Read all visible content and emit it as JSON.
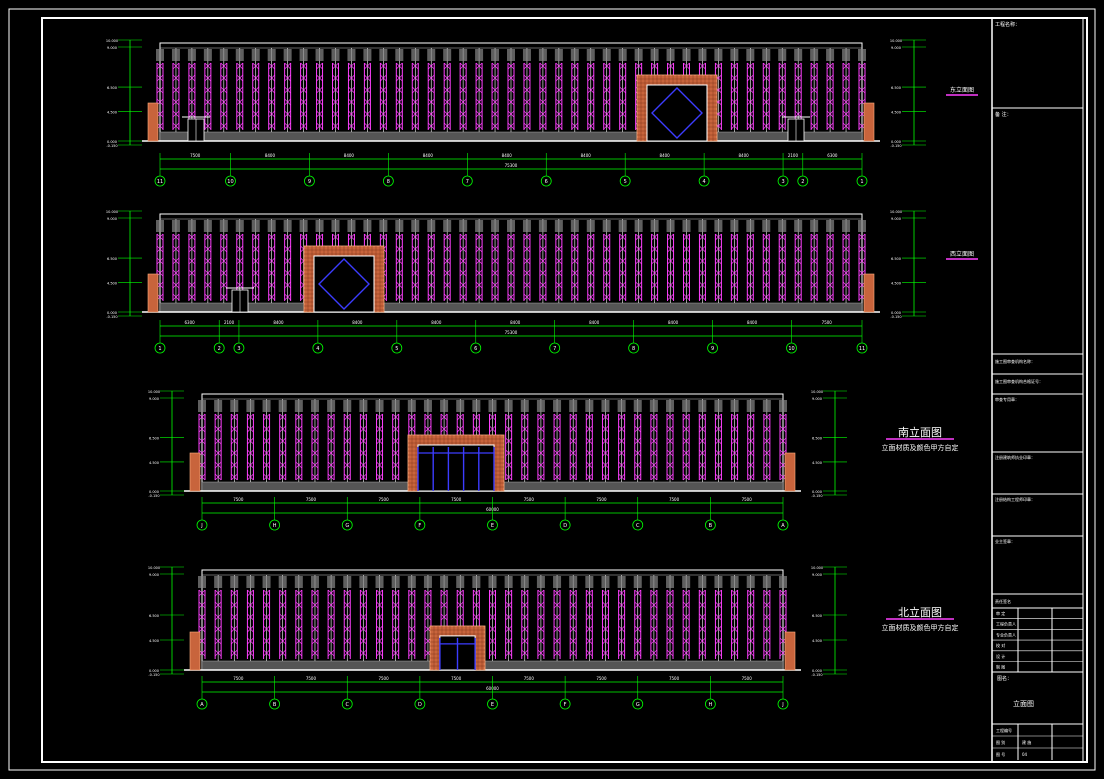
{
  "title_block": {
    "rows_top": [
      "工程名称：",
      "备 注："
    ],
    "rows_mid": [
      "施工图审查机构名称：",
      "施工图审查机构合格证号：",
      "审查专用章：",
      "注册建筑师执业印章：",
      "注册结构工程师印章：",
      "业主签章："
    ],
    "sig_header": "责任签名",
    "sig_rows": [
      "审 定",
      "工程负责人",
      "专业负责人",
      "校 对",
      "设 计",
      "制 图"
    ],
    "drawing_label": "图名：",
    "drawing_name": "立面图",
    "bottom_rows": [
      {
        "label": "工程编号",
        "value": ""
      },
      {
        "label": "图 别",
        "value": "建 施"
      },
      {
        "label": "图 号",
        "value": "04"
      }
    ]
  },
  "elevations": [
    {
      "side_title": "东立面图",
      "side_subtitle": "",
      "axes": [
        "11",
        "10",
        "9",
        "8",
        "7",
        "6",
        "5",
        "4",
        "3",
        "2",
        "1"
      ],
      "dims": [
        "7500",
        "8400",
        "8400",
        "8400",
        "8400",
        "8400",
        "8400",
        "8400",
        "2100",
        "6300"
      ],
      "total": "75300"
    },
    {
      "side_title": "西立面图",
      "side_subtitle": "",
      "axes": [
        "1",
        "2",
        "3",
        "4",
        "5",
        "6",
        "7",
        "8",
        "9",
        "10",
        "11"
      ],
      "dims": [
        "6300",
        "2100",
        "8400",
        "8400",
        "8400",
        "8400",
        "8400",
        "8400",
        "8400",
        "7500"
      ],
      "total": "75300"
    },
    {
      "side_title": "南立面图",
      "side_subtitle": "立面材质及颜色甲方自定",
      "axes": [
        "J",
        "H",
        "G",
        "F",
        "E",
        "D",
        "C",
        "B",
        "A"
      ],
      "dims": [
        "7500",
        "7500",
        "7500",
        "7500",
        "7500",
        "7500",
        "7500",
        "7500"
      ],
      "total": "60000"
    },
    {
      "side_title": "北立面图",
      "side_subtitle": "立面材质及颜色甲方自定",
      "axes": [
        "A",
        "B",
        "C",
        "D",
        "E",
        "F",
        "G",
        "H",
        "J"
      ],
      "dims": [
        "7500",
        "7500",
        "7500",
        "7500",
        "7500",
        "7500",
        "7500",
        "7500"
      ],
      "total": "60000"
    }
  ],
  "levels": [
    "10.000",
    "9.000",
    "6.500",
    "4.500",
    "0.000",
    "-0.150"
  ],
  "colors": {
    "background": "#000000",
    "frame": "#ffffff",
    "dimension": "#00ff00",
    "column": "#ff40ff",
    "brick": "#c8643c",
    "glazing": "#3c3cff",
    "text": "#ffffff"
  }
}
